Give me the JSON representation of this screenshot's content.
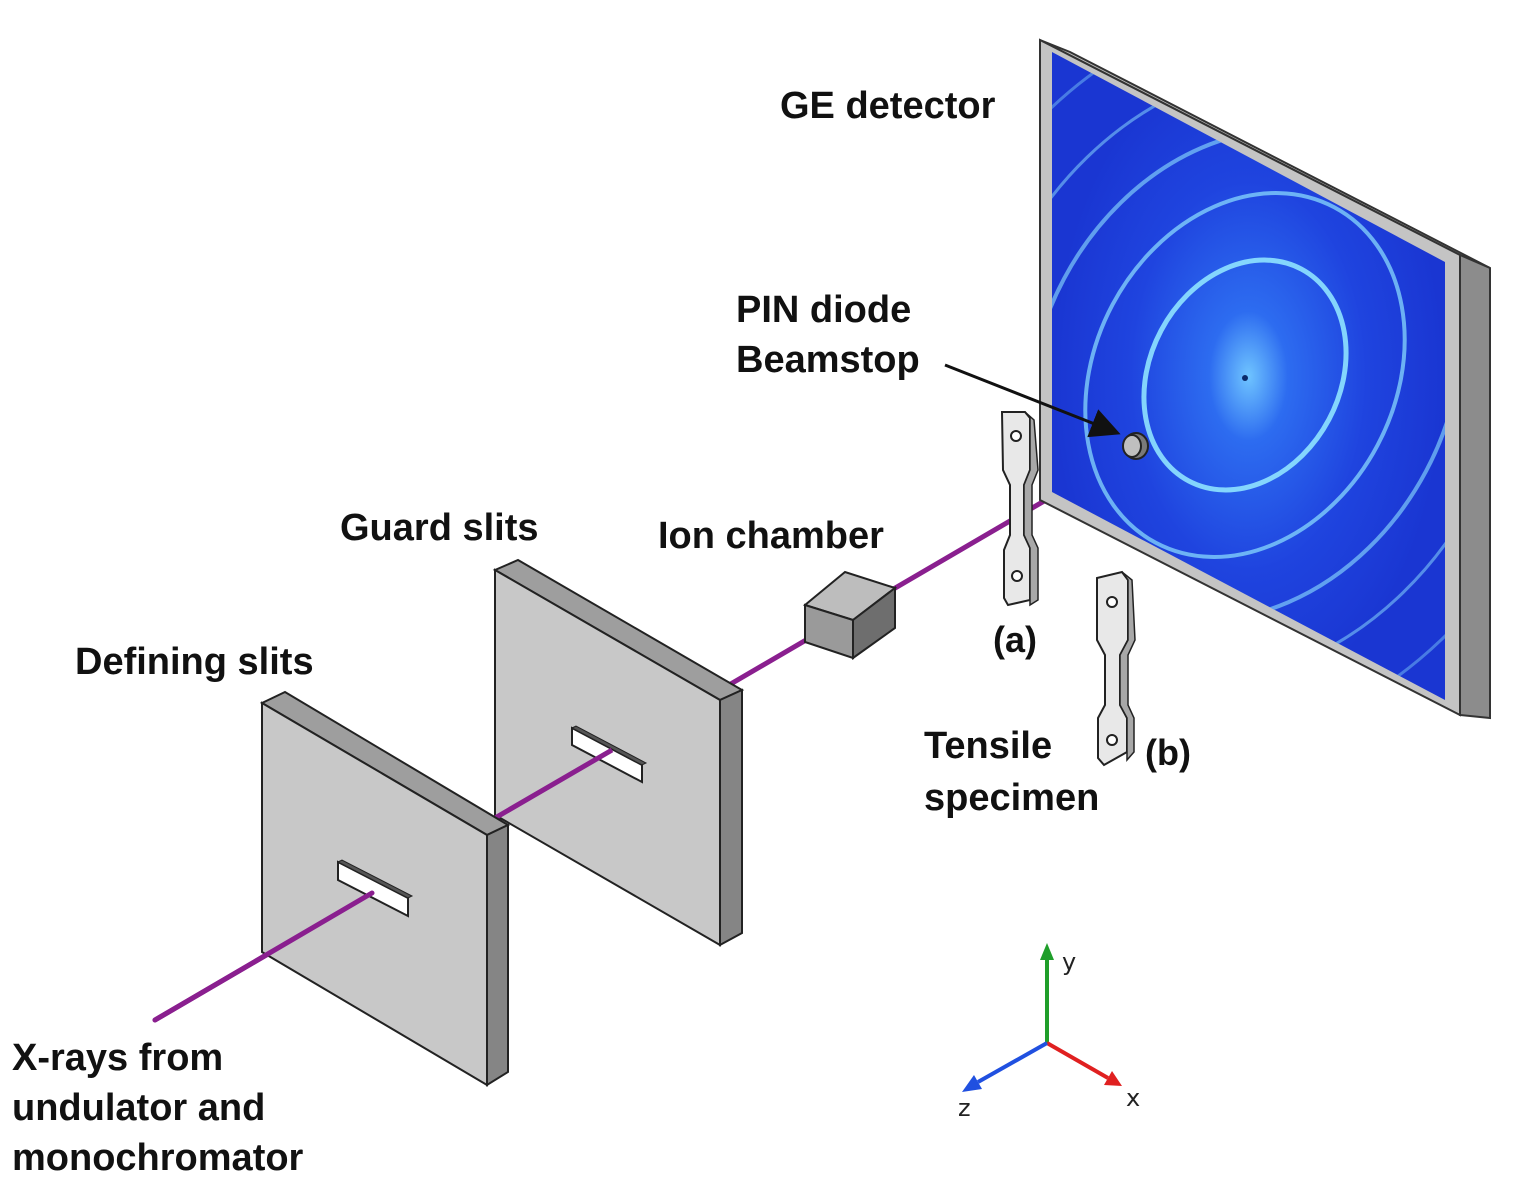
{
  "labels": {
    "detector": "GE detector",
    "beamstop_line1": "PIN diode",
    "beamstop_line2": "Beamstop",
    "guard_slits": "Guard slits",
    "ion_chamber": "Ion chamber",
    "defining_slits": "Defining slits",
    "specimen_a": "(a)",
    "specimen_b": "(b)",
    "tensile_line1": "Tensile",
    "tensile_line2": "specimen",
    "source_line1": "X-rays from",
    "source_line2": "undulator and",
    "source_line3": "monochromator"
  },
  "axes": {
    "y": "y",
    "x": "x",
    "z": "z"
  },
  "colors": {
    "beam": "#8a1f8f",
    "slit_face": "#c8c8c8",
    "slit_side": "#8c8c8c",
    "detector_face": "#1c3ad8",
    "detector_rings": "#7fd8ff",
    "axis_y": "#1f9e2a",
    "axis_x": "#e02020",
    "axis_z": "#2050e0"
  }
}
